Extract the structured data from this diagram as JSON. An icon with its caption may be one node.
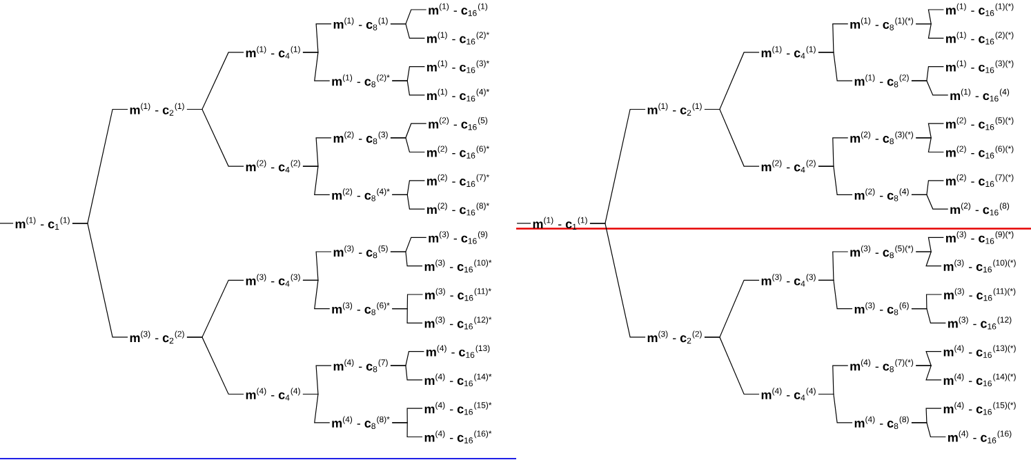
{
  "diagram": {
    "nodes": [
      {
        "text": [
          "**m**$^{(1)}$ - **c**$_{1}$$^{(1)}$"
        ]
      },
      {
        "text": [
          "**m**$^{(1)}$ - **c**$_{2}$$^{(1)}$"
        ]
      },
      {
        "text": [
          "**m**$^{(3)}$ - **c**$_{2}$$^{(2)}$"
        ]
      },
      {
        "text": [
          "**m**$^{(1)}$ - **c**$_{4}$$^{(1)}$"
        ]
      },
      {
        "text": [
          "**m**$^{(2)}$ - **c**$_{4}$$^{(2)}$"
        ]
      },
      {
        "text": [
          "**m**$^{(3)}$ - **c**$_{4}$$^{(3)}$"
        ]
      },
      {
        "text": [
          "**m**$^{(4)}$ - **c**$_{4}$$^{(4)}$"
        ]
      },
      {
        "text": [
          "**m**$^{(1)}$ - **c**$_{8}$$^{(1)}$"
        ]
      },
      {
        "text": [
          "**m**$^{(1)}$ - **c**$_{8}$$^{(2)*}$"
        ]
      },
      {
        "text": [
          "**m**$^{(2)}$ - **c**$_{8}$$^{(3)}$"
        ]
      },
      {
        "text": [
          "**m**$^{(2)}$ - **c**$_{8}$$^{(4)*}$"
        ]
      },
      {
        "text": [
          "**m**$^{(3)}$ - **c**$_{8}$$^{(5)}$"
        ]
      },
      {
        "text": [
          "**m**$^{(3)}$ - **c**$_{8}$$^{(6)*}$"
        ]
      },
      {
        "text": [
          "**m**$^{(4)}$ - **c**$_{8}$$^{(7)}$"
        ]
      },
      {
        "text": [
          "**m**$^{(4)}$ - **c**$_{8}$$^{(8)*}$"
        ]
      },
      {
        "text": [
          "**m**$^{(1)}$ - **c**$_{16}$$^{(1)}$"
        ]
      },
      {
        "text": [
          "**m**$^{(1)}$ - **c**$_{16}$$^{(2)*}$"
        ]
      },
      {
        "text": [
          "**m**$^{(1)}$ - **c**$_{16}$$^{(3)*}$"
        ]
      },
      {
        "text": [
          "**m**$^{(1)}$ - **c**$_{16}$$^{(4)*}$"
        ]
      },
      {
        "text": [
          "**m**$^{(2)}$ - **c**$_{16}$$^{(5)}$"
        ]
      },
      {
        "text": [
          "**m**$^{(2)}$ - **c**$_{16}$$^{(6)*}$"
        ]
      },
      {
        "text": [
          "**m**$^{(2)}$ - **c**$_{16}$$^{(7)*}$"
        ]
      },
      {
        "text": [
          "**m**$^{(2)}$ - **c**$_{16}$$^{(8)*}$"
        ]
      },
      {
        "text": [
          "**m**$^{(3)}$ - **c**$_{16}$$^{(9)}$"
        ]
      },
      {
        "text": [
          "**m**$^{(3)}$ - **c**$_{16}$$^{(10)*}$"
        ]
      },
      {
        "text": [
          "**m**$^{(3)}$ - **c**$_{16}$$^{(11)*}$"
        ]
      },
      {
        "text": [
          "**m**$^{(3)}$ - **c**$_{16}$$^{(12)*}$"
        ]
      },
      {
        "text": [
          "**m**$^{(4)}$ - **c**$_{16}$$^{(13)}$"
        ]
      },
      {
        "text": [
          "**m**$^{(4)}$ - **c**$_{16}$$^{(14)*}$"
        ]
      },
      {
        "text": [
          "**m**$^{(4)}$ - **c**$_{16}$$^{(15)*}$"
        ]
      },
      {
        "text": [
          "**m**$^{(4)}$ - **c**$_{16}$$^{(16)*}$"
        ]
      },
      {
        "text": [
          "**m**$^{(1)}$ - **c**$_{1}$$^{(1)}$"
        ]
      },
      {
        "text": [
          "**m**$^{(1)}$ - **c**$_{2}$$^{(1)}$"
        ]
      },
      {
        "text": [
          "**m**$^{(3)}$ - **c**$_{2}$$^{(2)}$"
        ]
      },
      {
        "text": [
          "**m**$^{(1)}$ - **c**$_{4}$$^{(1)}$"
        ]
      },
      {
        "text": [
          "**m**$^{(2)}$ - **c**$_{4}$$^{(2)}$"
        ]
      },
      {
        "text": [
          "**m**$^{(3)}$ - **c**$_{4}$$^{(3)}$"
        ]
      },
      {
        "text": [
          "**m**$^{(4)}$ - **c**$_{4}$$^{(4)}$"
        ]
      },
      {
        "text": [
          "**m**$^{(1)}$ - **c**$_{8}$$^{(1)(*)}$"
        ]
      },
      {
        "text": [
          "**m**$^{(1)}$ - **c**$_{8}$$^{(2)}$"
        ]
      },
      {
        "text": [
          "**m**$^{(2)}$ - **c**$_{8}$$^{(3)(*)}$"
        ]
      },
      {
        "text": [
          "**m**$^{(2)}$ - **c**$_{8}$$^{(4)}$"
        ]
      },
      {
        "text": [
          "**m**$^{(3)}$ - **c**$_{8}$$^{(5)(*)}$"
        ]
      },
      {
        "text": [
          "**m**$^{(3)}$ - **c**$_{8}$$^{(6)}$"
        ]
      },
      {
        "text": [
          "**m**$^{(4)}$ - **c**$_{8}$$^{(7)(*)}$"
        ]
      },
      {
        "text": [
          "**m**$^{(4)}$ - **c**$_{8}$$^{(8)}$"
        ]
      },
      {
        "text": [
          "**m**$^{(1)}$ - **c**$_{16}$$^{(1)(*)}$"
        ]
      },
      {
        "text": [
          "**m**$^{(1)}$ - **c**$_{16}$$^{(2)(*)}$"
        ]
      },
      {
        "text": [
          "**m**$^{(1)}$ - **c**$_{16}$$^{(3)(*)}$"
        ]
      },
      {
        "text": [
          "**m**$^{(1)}$ - **c**$_{16}$$^{(4)}$"
        ]
      },
      {
        "text": [
          "**m**$^{(2)}$ - **c**$_{16}$$^{(5)(*)}$"
        ]
      },
      {
        "text": [
          "**m**$^{(2)}$ - **c**$_{16}$$^{(6)(*)}$"
        ]
      },
      {
        "text": [
          "**m**$^{(2)}$ - **c**$_{16}$$^{(7)(*)}$"
        ]
      },
      {
        "text": [
          "**m**$^{(2)}$ - **c**$_{16}$$^{(8)}$"
        ]
      },
      {
        "text": [
          "**m**$^{(3)}$ - **c**$_{16}$$^{(9)(*)}$"
        ]
      },
      {
        "text": [
          "**m**$^{(3)}$ - **c**$_{16}$$^{(10)(*)}$"
        ]
      },
      {
        "text": [
          "**m**$^{(3)}$ - **c**$_{16}$$^{(11)(*)}$"
        ]
      },
      {
        "text": [
          "**m**$^{(3)}$ - **c**$_{16}$$^{(12)}$"
        ]
      },
      {
        "text": [
          "**m**$^{(4)}$ - **c**$_{16}$$^{(13)(*)}$"
        ]
      },
      {
        "text": [
          "**m**$^{(4)}$ - **c**$_{16}$$^{(14)(*)}$"
        ]
      },
      {
        "text": [
          "**m**$^{(4)}$ - **c**$_{16}$$^{(15)(*)}$"
        ]
      },
      {
        "text": [
          "**m**$^{(4)}$ - **c**$_{16}$$^{(16)}$"
        ]
      }
    ],
    "edges": [
      {
        "from": null,
        "to": 0,
        "arrow": "none"
      },
      {
        "from": 0,
        "to": 1,
        "arrow": "none"
      },
      {
        "from": 0,
        "to": 2,
        "arrow": "none"
      },
      {
        "from": 1,
        "to": 3,
        "arrow": "none"
      },
      {
        "from": 1,
        "to": 4,
        "arrow": "none"
      },
      {
        "from": 2,
        "to": 5,
        "arrow": "none"
      },
      {
        "from": 2,
        "to": 6,
        "arrow": "none"
      },
      {
        "from": 3,
        "to": 7,
        "arrow": "none"
      },
      {
        "from": 3,
        "to": 8,
        "arrow": "none"
      },
      {
        "from": 4,
        "to": 9,
        "arrow": "none"
      },
      {
        "from": 4,
        "to": 10,
        "arrow": "none"
      },
      {
        "from": 5,
        "to": 11,
        "arrow": "none"
      },
      {
        "from": 5,
        "to": 12,
        "arrow": "none"
      },
      {
        "from": 6,
        "to": 13,
        "arrow": "none"
      },
      {
        "from": 6,
        "to": 14,
        "arrow": "none"
      },
      {
        "from": 7,
        "to": 15,
        "arrow": "none"
      },
      {
        "from": 7,
        "to": 16,
        "arrow": "none"
      },
      {
        "from": 8,
        "to": 17,
        "arrow": "none"
      },
      {
        "from": 8,
        "to": 18,
        "arrow": "none"
      },
      {
        "from": 9,
        "to": 19,
        "arrow": "none"
      },
      {
        "from": 9,
        "to": 20,
        "arrow": "none"
      },
      {
        "from": 10,
        "to": 21,
        "arrow": "none"
      },
      {
        "from": 10,
        "to": 22,
        "arrow": "none"
      },
      {
        "from": 11,
        "to": 23,
        "arrow": "none"
      },
      {
        "from": 11,
        "to": 24,
        "arrow": "none"
      },
      {
        "from": 12,
        "to": 25,
        "arrow": "none"
      },
      {
        "from": 12,
        "to": 26,
        "arrow": "none"
      },
      {
        "from": 13,
        "to": 27,
        "arrow": "none"
      },
      {
        "from": 13,
        "to": 28,
        "arrow": "none"
      },
      {
        "from": 14,
        "to": 29,
        "arrow": "none"
      },
      {
        "from": 14,
        "to": 30,
        "arrow": "none"
      },
      {
        "from": null,
        "to": 31,
        "arrow": "none"
      },
      {
        "from": 31,
        "to": 32,
        "arrow": "none"
      },
      {
        "from": 31,
        "to": 33,
        "arrow": "none"
      },
      {
        "from": 32,
        "to": 34,
        "arrow": "none"
      },
      {
        "from": 32,
        "to": 35,
        "arrow": "none"
      },
      {
        "from": 33,
        "to": 36,
        "arrow": "none"
      },
      {
        "from": 33,
        "to": 37,
        "arrow": "none"
      },
      {
        "from": 34,
        "to": 38,
        "arrow": "none"
      },
      {
        "from": 34,
        "to": 39,
        "arrow": "none"
      },
      {
        "from": 35,
        "to": 40,
        "arrow": "none"
      },
      {
        "from": 35,
        "to": 41,
        "arrow": "none"
      },
      {
        "from": 36,
        "to": 42,
        "arrow": "none"
      },
      {
        "from": 36,
        "to": 43,
        "arrow": "none"
      },
      {
        "from": 37,
        "to": 44,
        "arrow": "none"
      },
      {
        "from": 37,
        "to": 45,
        "arrow": "none"
      },
      {
        "from": 38,
        "to": 46,
        "arrow": "none"
      },
      {
        "from": 38,
        "to": 47,
        "arrow": "none"
      },
      {
        "from": 39,
        "to": 48,
        "arrow": "none"
      },
      {
        "from": 39,
        "to": 49,
        "arrow": "none"
      },
      {
        "from": 40,
        "to": 50,
        "arrow": "none"
      },
      {
        "from": 40,
        "to": 51,
        "arrow": "none"
      },
      {
        "from": 41,
        "to": 52,
        "arrow": "none"
      },
      {
        "from": 41,
        "to": 53,
        "arrow": "none"
      },
      {
        "from": 42,
        "to": 54,
        "arrow": "none"
      },
      {
        "from": 42,
        "to": 55,
        "arrow": "none"
      },
      {
        "from": 43,
        "to": 56,
        "arrow": "none"
      },
      {
        "from": 43,
        "to": 57,
        "arrow": "none"
      },
      {
        "from": 44,
        "to": 58,
        "arrow": "none"
      },
      {
        "from": 44,
        "to": 59,
        "arrow": "none"
      },
      {
        "from": 45,
        "to": 60,
        "arrow": "none"
      },
      {
        "from": 45,
        "to": 61,
        "arrow": "none"
      }
    ]
  }
}
